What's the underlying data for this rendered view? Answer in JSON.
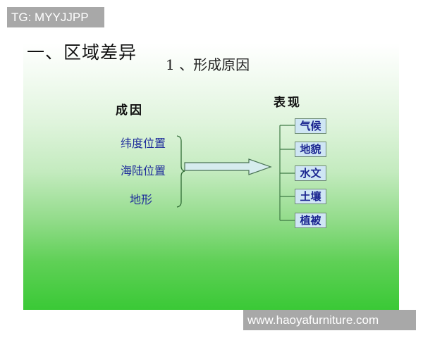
{
  "watermark_top": "TG: MYYJJPP",
  "watermark_bottom": "www.haoyafurniture.com",
  "slide": {
    "title": "一、区域差异",
    "subtitle": "1 、形成原因",
    "causes_header": "成因",
    "effects_header": "表现",
    "causes": [
      "纬度位置",
      "海陆位置",
      "地形"
    ],
    "effects": [
      "气候",
      "地貌",
      "水文",
      "土壤",
      "植被"
    ],
    "colors": {
      "text_blue": "#1c2a9a",
      "box_fill": "#cfe6f4",
      "arrow_fill": "#d6ecee",
      "line": "#3f7a45",
      "gradient_top": "#ffffff",
      "gradient_bottom": "#3ac936"
    }
  }
}
